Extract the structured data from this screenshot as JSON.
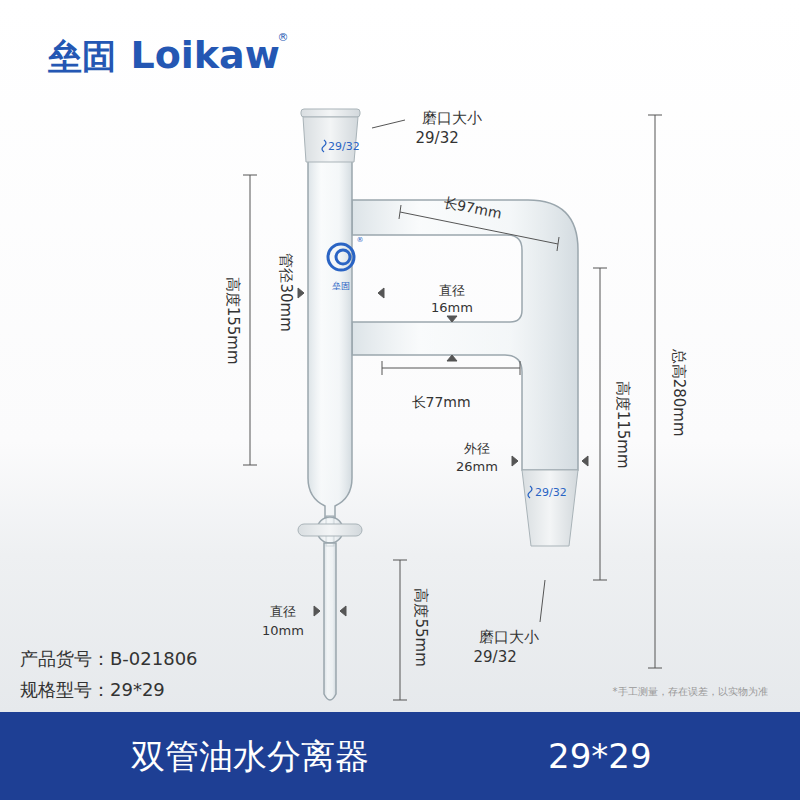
{
  "diagram": {
    "nodes": [
      {
        "text": [
          "双管油水分离器",
          "29*29"
        ]
      }
    ],
    "labels": [
      "垒固",
      "Loikaw",
      "®",
      "磨口大小",
      "29/32",
      "29/32",
      "®",
      "垒固",
      "长97mm",
      "高度155mm",
      "管径30mm",
      "直径",
      "16mm",
      "长77mm",
      "总高280mm",
      "高度115mm",
      "外径",
      "26mm",
      "29/32",
      "磨口大小",
      "29/32",
      "直径",
      "10mm",
      "高度55mm",
      "产品货号：B-021806",
      "规格型号：29*29",
      "*手工测量，存在误差，以实物为准"
    ]
  }
}
